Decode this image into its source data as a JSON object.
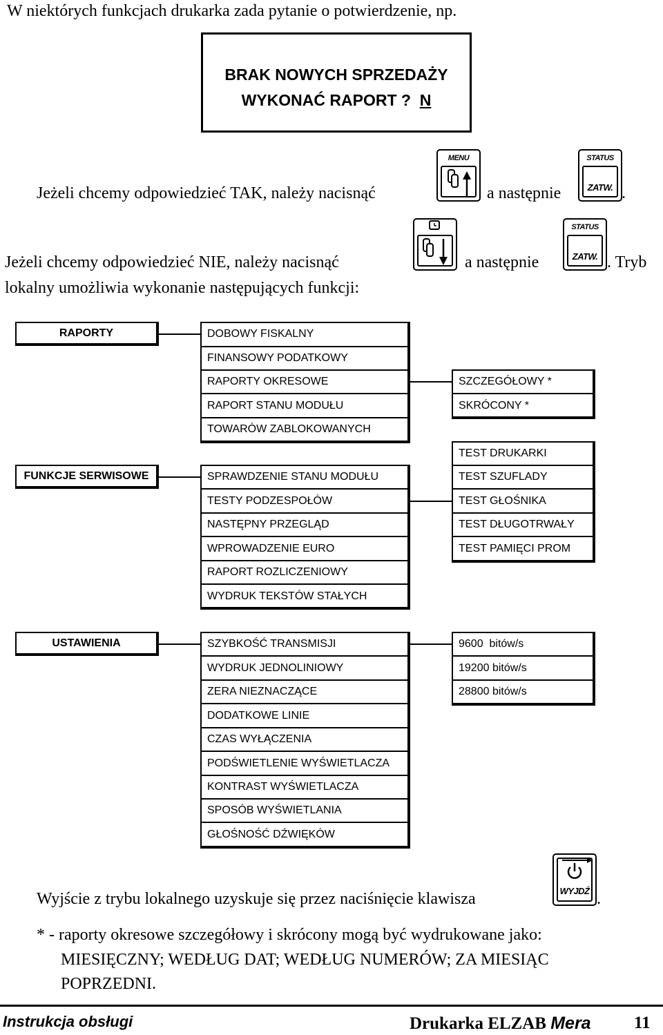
{
  "intro": {
    "line1": "W niektórych funkcjach drukarka zada pytanie o potwierdzenie, np.",
    "display_line1": "BRAK NOWYCH SPRZEDAŻY",
    "display_line2": "WYKONAĆ RAPORT ?",
    "display_answer": "N",
    "yes_text": "Jeżeli chcemy odpowiedzieć TAK, należy nacisnąć",
    "yes_then": "a następnie",
    "yes_end": ".",
    "no_text": "Jeżeli chcemy odpowiedzieć NIE, należy nacisnąć",
    "no_then": "a następnie",
    "no_end": ". Tryb",
    "no_line2": "lokalny umożliwia wykonanie następujących funkcji:"
  },
  "keys": {
    "menu_top": "MENU",
    "status_top": "STATUS",
    "zatw": "ZATW.",
    "wyjdz": "WYJDŹ"
  },
  "icons": [
    "menu-up-key-icon",
    "status-zatw-key-icon",
    "down-key-icon",
    "wyjdz-key-icon"
  ],
  "menu": {
    "raporty": {
      "label": "RAPORTY",
      "items": [
        "DOBOWY FISKALNY",
        "FINANSOWY PODATKOWY",
        "RAPORTY OKRESOWE",
        "RAPORT STANU MODUŁU",
        "TOWARÓW ZABLOKOWANYCH"
      ],
      "sub": [
        "SZCZEGÓŁOWY *",
        "SKRÓCONY *"
      ]
    },
    "serwis": {
      "label": "FUNKCJE SERWISOWE",
      "items": [
        "SPRAWDZENIE STANU MODUŁU",
        "TESTY PODZESPOŁÓW",
        "NASTĘPNY PRZEGLĄD",
        "WPROWADZENIE EURO",
        "RAPORT ROZLICZENIOWY",
        "WYDRUK TEKSTÓW STAŁYCH"
      ],
      "sub": [
        "TEST DRUKARKI",
        "TEST SZUFLADY",
        "TEST GŁOŚNIKA",
        "TEST DŁUGOTRWAŁY",
        "TEST PAMIĘCI PROM"
      ]
    },
    "ustawienia": {
      "label": "USTAWIENIA",
      "items": [
        "SZYBKOŚĆ TRANSMISJI",
        "WYDRUK JEDNOLINIOWY",
        "ZERA NIEZNACZĄCE",
        "DODATKOWE LINIE",
        "CZAS WYŁĄCZENIA",
        "PODŚWIETLENIE WYŚWIETLACZA",
        "KONTRAST WYŚWIETLACZA",
        "SPOSÓB WYŚWIETLANIA",
        "GŁOŚNOŚĆ DŹWIĘKÓW"
      ],
      "sub": [
        "9600  bitów/s",
        "19200 bitów/s",
        "28800 bitów/s"
      ]
    }
  },
  "outro": {
    "exit_text": "Wyjście z trybu lokalnego uzyskuje się przez naciśnięcie klawisza",
    "exit_end": ".",
    "note_line1": "* - raporty okresowe szczegółowy i skrócony mogą być wydrukowane jako:",
    "note_line2": "MIESIĘCZNY; WEDŁUG DAT; WEDŁUG NUMERÓW; ZA MIESIĄC",
    "note_line3": "POPRZEDNI."
  },
  "footer": {
    "left": "Instrukcja obsługi",
    "right_a": "Drukarka ELZAB ",
    "right_b": "Mera",
    "page": "11"
  }
}
